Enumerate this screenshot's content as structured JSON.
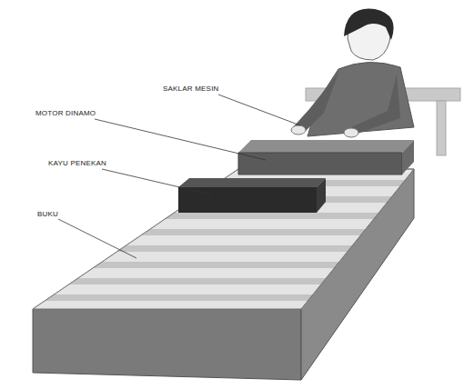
{
  "diagram": {
    "labels": [
      "SAKLAR MESIN",
      "MOTOR DINAMO",
      "KAYU PENEKAN",
      "BUKU"
    ]
  }
}
